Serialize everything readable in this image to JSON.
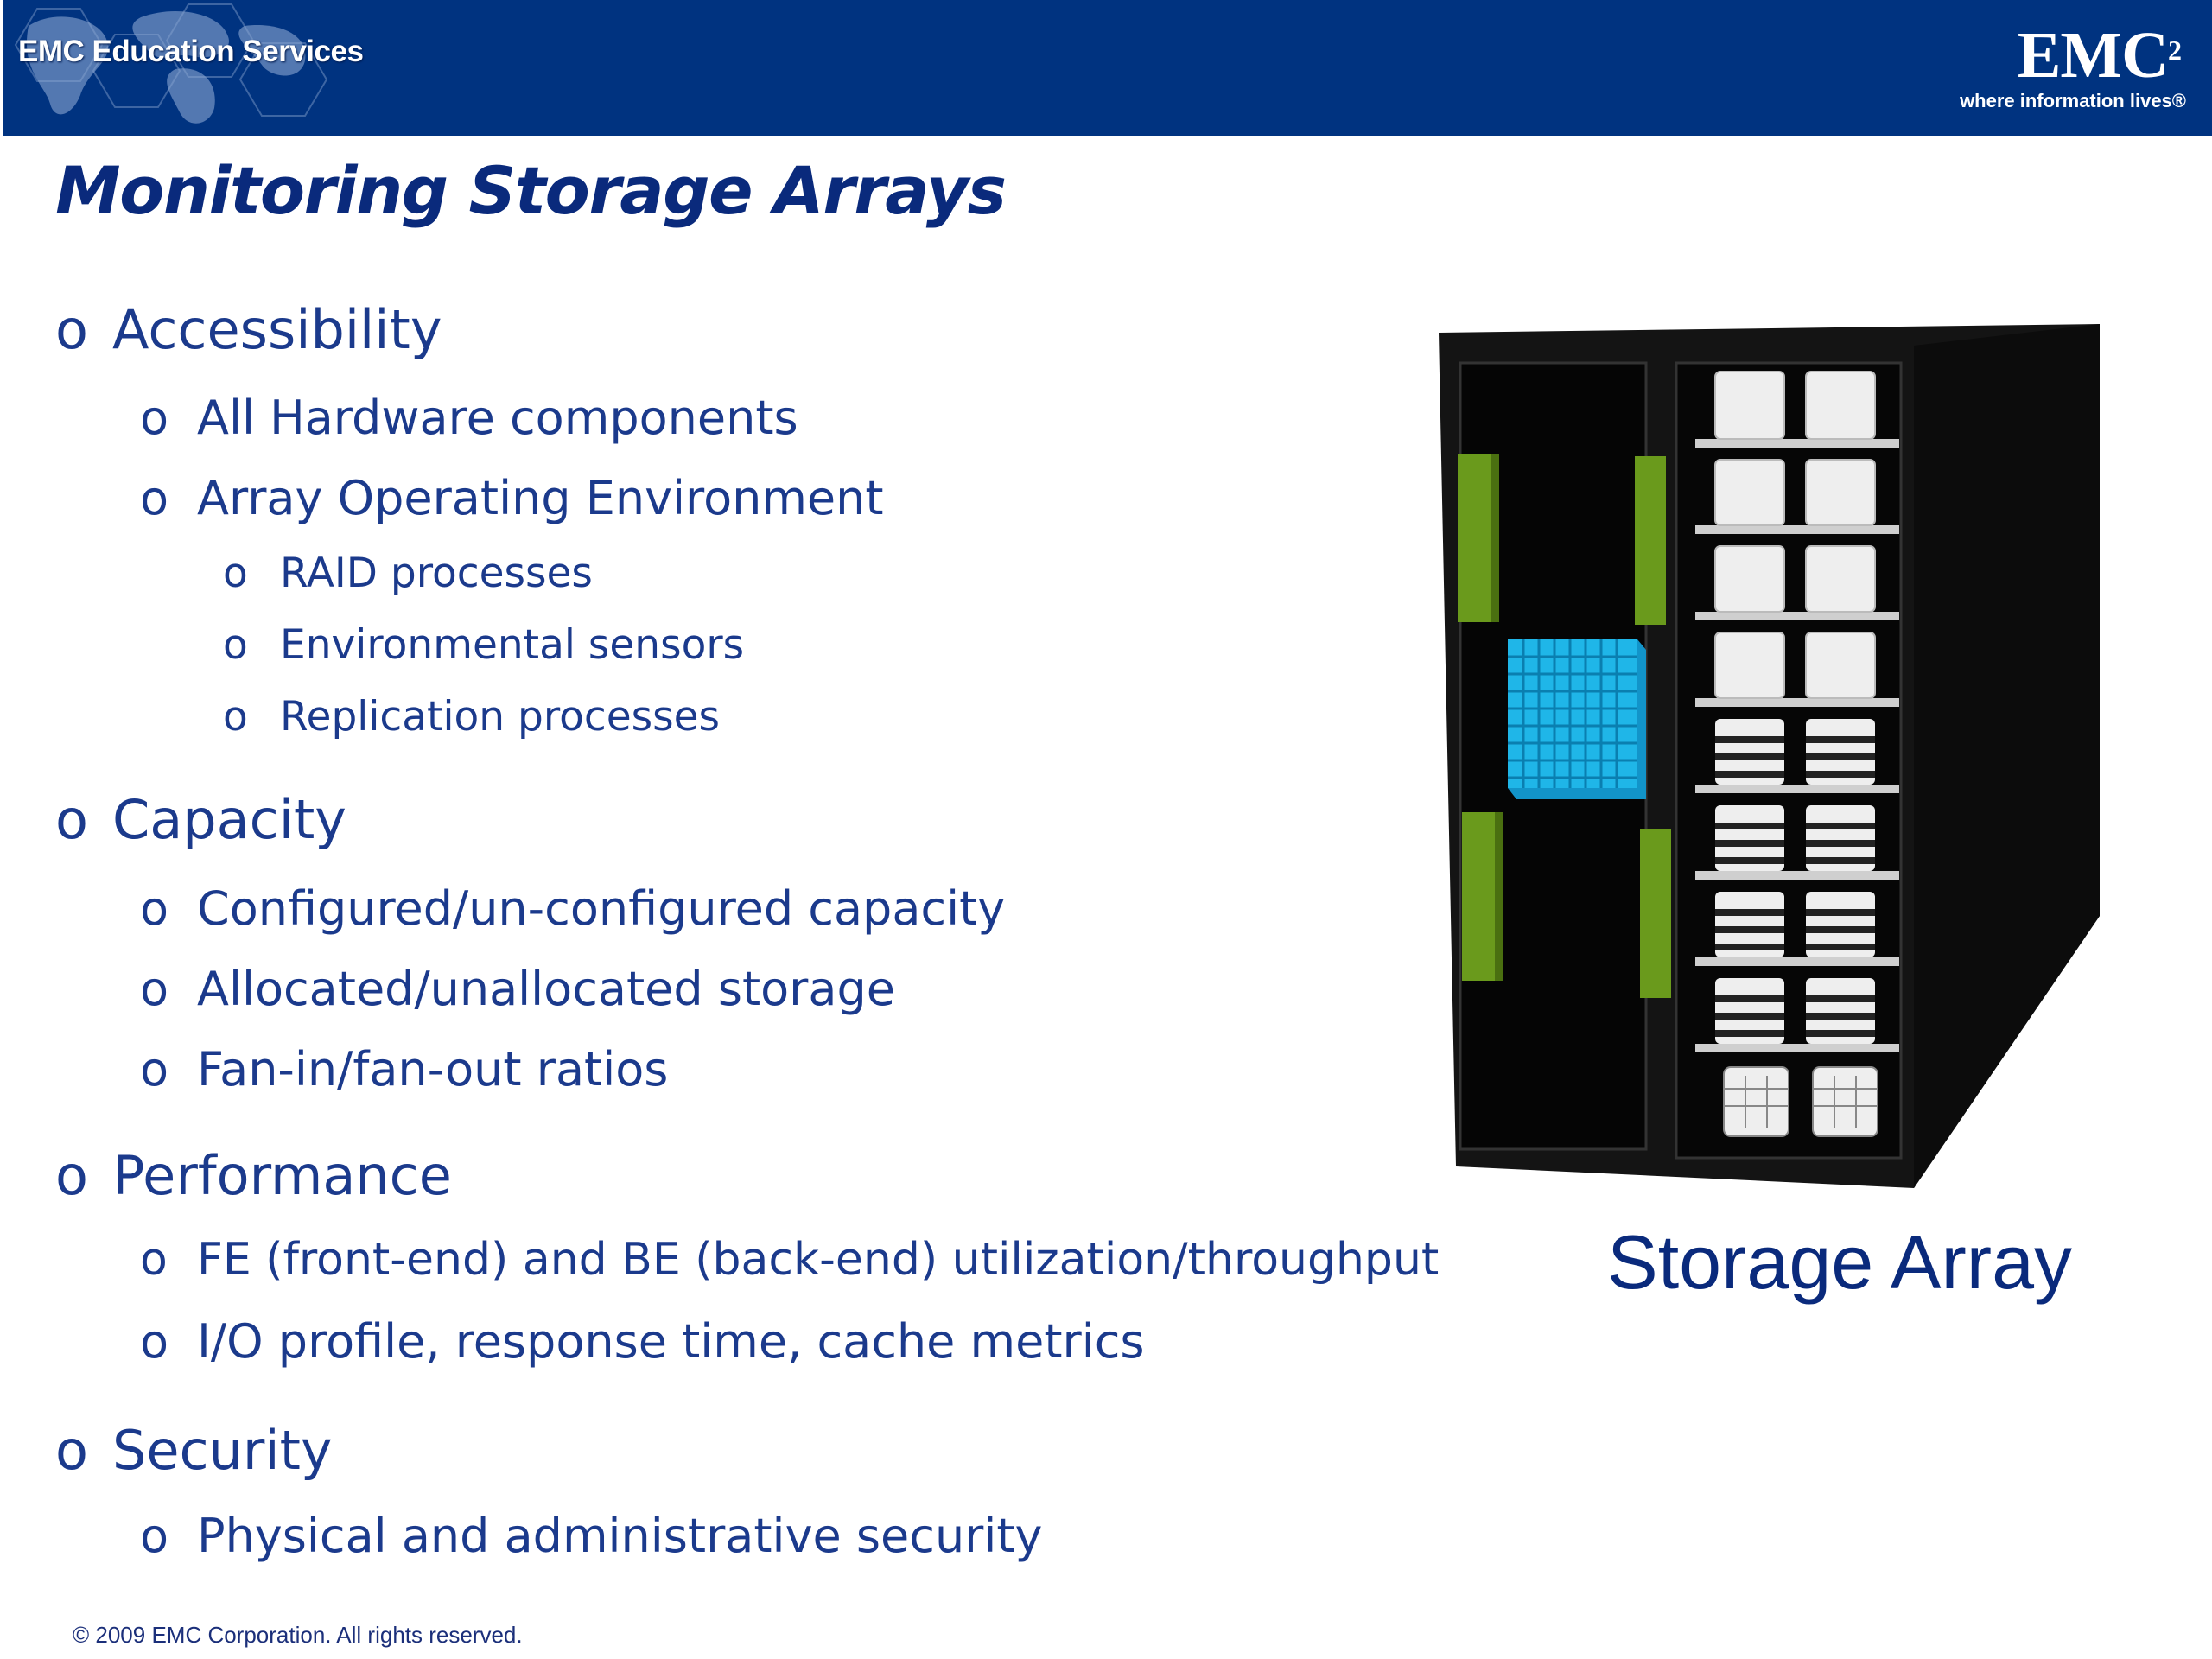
{
  "header": {
    "left_label": "EMC Education Services",
    "brand_mark": "EMC",
    "brand_superscript": "2",
    "brand_tagline": "where information lives®"
  },
  "slide": {
    "title": "Monitoring Storage Arrays",
    "bullet_marker": "o",
    "bullets": [
      {
        "level": 1,
        "text": "Accessibility"
      },
      {
        "level": 2,
        "text": "All Hardware components"
      },
      {
        "level": 2,
        "text": "Array Operating Environment"
      },
      {
        "level": 3,
        "text": "RAID processes"
      },
      {
        "level": 3,
        "text": "Environmental sensors"
      },
      {
        "level": 3,
        "text": "Replication processes"
      },
      {
        "level": 1,
        "text": "Capacity"
      },
      {
        "level": 2,
        "text": "Configured/un-configured capacity"
      },
      {
        "level": 2,
        "text": "Allocated/unallocated storage"
      },
      {
        "level": 2,
        "text": "Fan-in/fan-out ratios"
      },
      {
        "level": 1,
        "text": "Performance"
      },
      {
        "level": 2,
        "text": "FE (front-end) and BE (back-end) utilization/throughput"
      },
      {
        "level": 2,
        "text": "I/O profile, response time, cache metrics"
      },
      {
        "level": 1,
        "text": "Security"
      },
      {
        "level": 2,
        "text": "Physical and administrative security"
      }
    ],
    "image_caption": "Storage Array"
  },
  "footer": {
    "copyright": "© 2009 EMC Corporation. All rights reserved."
  },
  "colors": {
    "header_bg": "#003380",
    "text_primary": "#1b3a8c",
    "title": "#0a2a7c",
    "cabinet": "#111111",
    "controller_green": "#6a9a1c",
    "cache_blue": "#1fb6e8",
    "disk_white": "#eeeeee"
  }
}
